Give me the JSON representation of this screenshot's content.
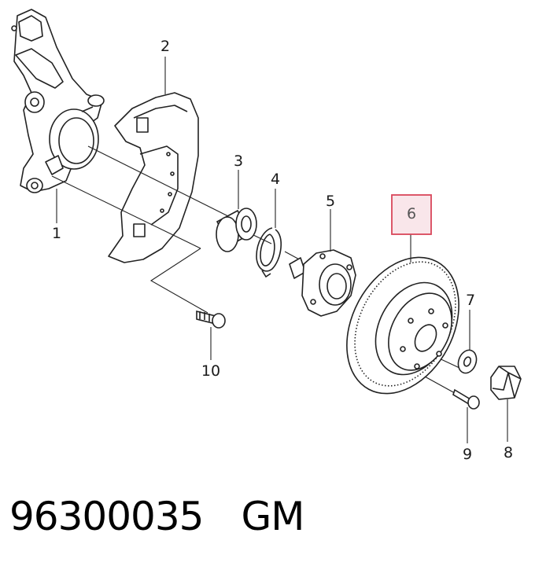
{
  "diagram": {
    "callouts": [
      "1",
      "2",
      "3",
      "4",
      "5",
      "6",
      "7",
      "8",
      "9",
      "10"
    ],
    "highlighted_callout": "6",
    "highlight_color": "#d9465a",
    "highlight_fill": "#f9e6ea"
  },
  "footer": {
    "part_number": "96300035",
    "brand": "GM"
  }
}
